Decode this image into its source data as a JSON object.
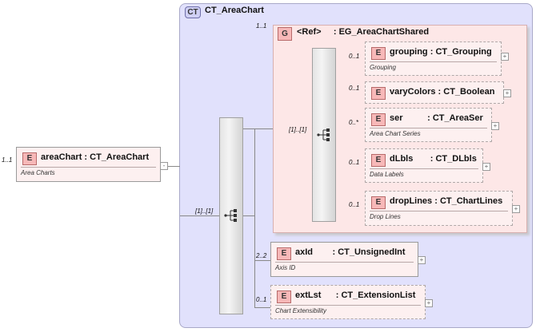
{
  "complex_type": {
    "badge": "CT",
    "title": "CT_AreaChart"
  },
  "root": {
    "badge": "E",
    "name": "areaChart",
    "type": ": CT_AreaChart",
    "doc": "Area Charts",
    "cardinality": "1..1",
    "expand": "-"
  },
  "outer_sequence": {
    "cardinality": "[1]..[1]"
  },
  "group": {
    "badge": "G",
    "ref": "<Ref>",
    "name": ": EG_AreaChartShared",
    "cardinality": "1..1"
  },
  "inner_sequence": {
    "cardinality": "[1]..[1]"
  },
  "group_elements": [
    {
      "badge": "E",
      "name": "grouping",
      "type": ": CT_Grouping",
      "doc": "Grouping",
      "cardinality": "0..1",
      "expand": "+"
    },
    {
      "badge": "E",
      "name": "varyColors",
      "type": ": CT_Boolean",
      "doc": "",
      "cardinality": "0..1",
      "expand": "+"
    },
    {
      "badge": "E",
      "name": "ser",
      "type": ": CT_AreaSer",
      "doc": "Area Chart Series",
      "cardinality": "0..*",
      "expand": "+"
    },
    {
      "badge": "E",
      "name": "dLbls",
      "type": ": CT_DLbls",
      "doc": "Data Labels",
      "cardinality": "0..1",
      "expand": "+"
    },
    {
      "badge": "E",
      "name": "dropLines",
      "type": ": CT_ChartLines",
      "doc": "Drop Lines",
      "cardinality": "0..1",
      "expand": "+"
    }
  ],
  "outer_elements": [
    {
      "badge": "E",
      "name": "axId",
      "type": ": CT_UnsignedInt",
      "doc": "Axis ID",
      "cardinality": "2..2",
      "expand": "+"
    },
    {
      "badge": "E",
      "name": "extLst",
      "type": ": CT_ExtensionList",
      "doc": "Chart Extensibility",
      "cardinality": "0..1",
      "expand": "+"
    }
  ]
}
